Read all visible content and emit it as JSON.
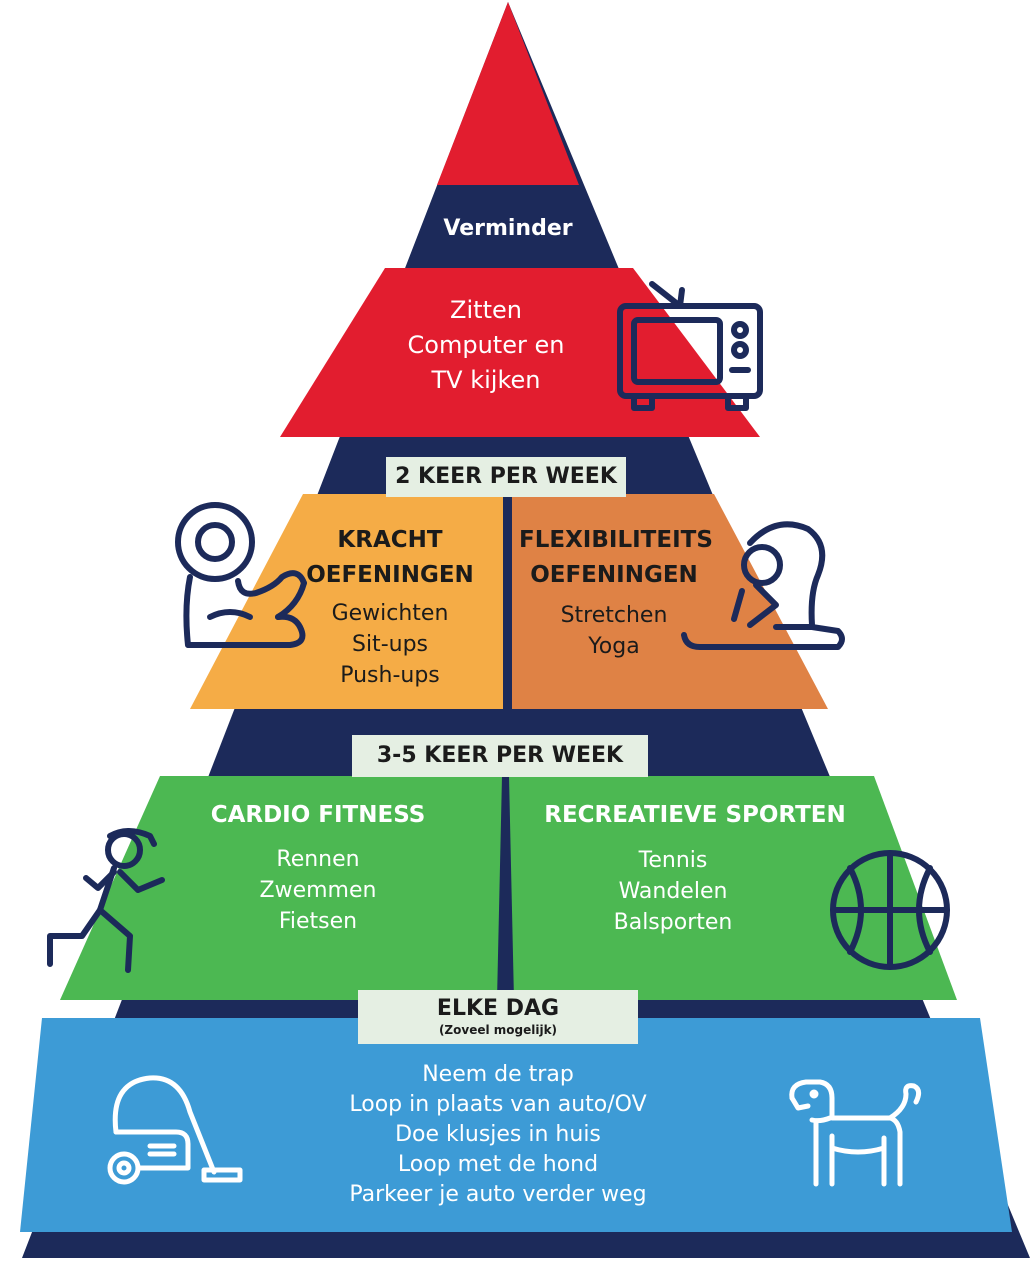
{
  "colors": {
    "navy": "#1c2a5a",
    "red": "#e21d2f",
    "orange": "#f5ac46",
    "dark_orange": "#df8245",
    "green": "#4cb852",
    "blue": "#3d9bd6",
    "band": "#e5efe3"
  },
  "top": {
    "label": "Verminder"
  },
  "sitting": {
    "lines": [
      "Zitten",
      "Computer en",
      "TV kijken"
    ],
    "icon": "tv-icon"
  },
  "twice_weekly": {
    "band": "2 KEER PER WEEK",
    "strength": {
      "title_lines": [
        "KRACHT",
        "OEFENINGEN"
      ],
      "items": [
        "Gewichten",
        "Sit-ups",
        "Push-ups"
      ],
      "icon": "flexed-arm-weight-icon"
    },
    "flexibility": {
      "title_lines": [
        "FLEXIBILITEITS",
        "OEFENINGEN"
      ],
      "items": [
        "Stretchen",
        "Yoga"
      ],
      "icon": "stretching-person-icon"
    }
  },
  "three_five_weekly": {
    "band": "3-5 KEER PER WEEK",
    "cardio": {
      "title": "CARDIO FITNESS",
      "items": [
        "Rennen",
        "Zwemmen",
        "Fietsen"
      ],
      "icon": "runner-icon"
    },
    "recreational": {
      "title": "RECREATIEVE SPORTEN",
      "items": [
        "Tennis",
        "Wandelen",
        "Balsporten"
      ],
      "icon": "basketball-icon"
    }
  },
  "daily": {
    "band": "ELKE DAG",
    "band_sub": "(Zoveel mogelijk)",
    "items": [
      "Neem de trap",
      "Loop in plaats van auto/OV",
      "Doe klusjes in huis",
      "Loop met de hond",
      "Parkeer je auto verder weg"
    ],
    "icons": [
      "vacuum-cleaner-icon",
      "dog-icon"
    ]
  }
}
